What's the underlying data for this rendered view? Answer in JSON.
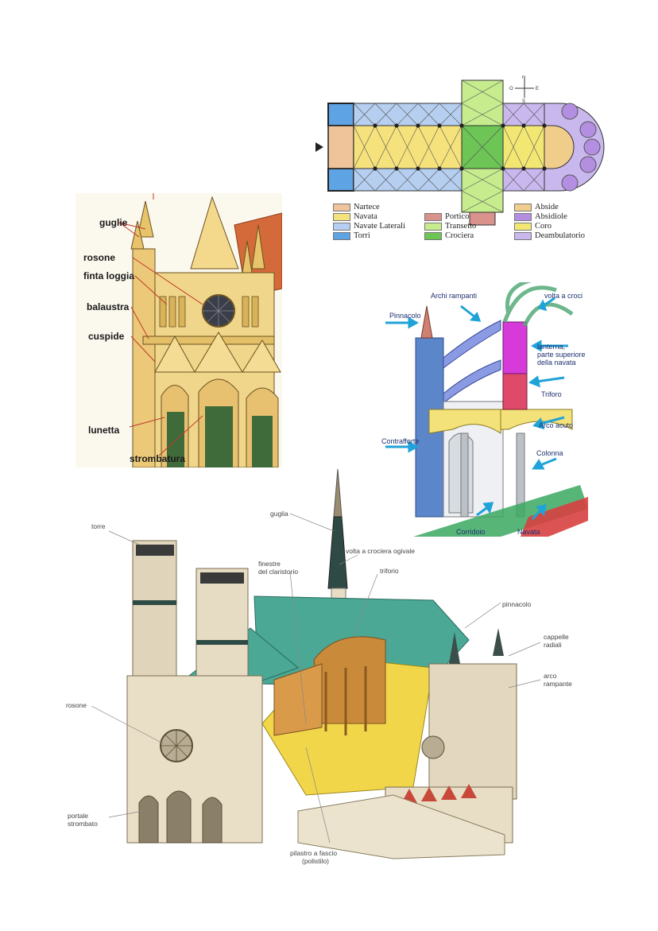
{
  "plan": {
    "compass": {
      "n": "N",
      "s": "S",
      "e": "E",
      "o": "O"
    },
    "legend": [
      {
        "label": "Nartece",
        "color": "#f0c49a"
      },
      {
        "label": "Navata",
        "color": "#f6e27c"
      },
      {
        "label": "Navate Laterali",
        "color": "#b6cff0"
      },
      {
        "label": "Torri",
        "color": "#5ea3e4"
      },
      {
        "label": "Portico",
        "color": "#d9928c"
      },
      {
        "label": "Transetto",
        "color": "#c6ec8e"
      },
      {
        "label": "Crociera",
        "color": "#6cc554"
      },
      {
        "label": "Abside",
        "color": "#f1cd8c"
      },
      {
        "label": "Absidiole",
        "color": "#b48ee0"
      },
      {
        "label": "Coro",
        "color": "#f3e774"
      },
      {
        "label": "Deambulatorio",
        "color": "#c9b8ee"
      }
    ]
  },
  "facade": {
    "labels": [
      "guglie",
      "rosone",
      "finta loggia",
      "balaustra",
      "cuspide",
      "lunetta",
      "strombatura"
    ]
  },
  "section": {
    "labels": [
      "Archi rampanti",
      "volta a croci",
      "Pinnacolo",
      "lanterna,",
      "parte superiore",
      "della navata",
      "Triforo",
      "Arco acuto",
      "Contrafforte",
      "Colonna",
      "Corridoio",
      "Navata"
    ]
  },
  "cathedral": {
    "labels": [
      "torre",
      "guglia",
      "volta a crociera ogivale",
      "finestre",
      "del claristorio",
      "triforio",
      "pinnacolo",
      "cappelle",
      "radiali",
      "arco",
      "rampante",
      "rosone",
      "portale",
      "strombato",
      "pilastro a fascio",
      "(polistilo)"
    ]
  }
}
